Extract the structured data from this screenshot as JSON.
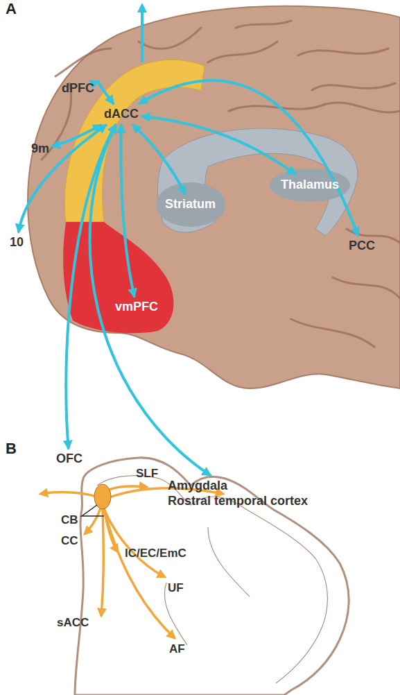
{
  "diagram": {
    "nodes": [
      {
        "text": [
          "dACC"
        ]
      },
      {
        "text": [
          "dPFC"
        ]
      },
      {
        "text": [
          "9m"
        ]
      },
      {
        "text": [
          "10"
        ]
      },
      {
        "text": [
          "vmPFC"
        ]
      },
      {
        "text": [
          "OFC"
        ]
      },
      {
        "text": [
          "Amygdala",
          "Rostral temporal cortex"
        ]
      },
      {
        "text": [
          "Striatum"
        ]
      },
      {
        "text": [
          "Thalamus"
        ]
      },
      {
        "text": [
          "PCC"
        ]
      }
    ],
    "edges": [
      {
        "from": 0,
        "to": 1,
        "arrow": "both"
      },
      {
        "from": 0,
        "to": 2,
        "arrow": "both"
      },
      {
        "from": 0,
        "to": 3,
        "arrow": "both"
      },
      {
        "from": 0,
        "to": 4,
        "arrow": "both"
      },
      {
        "from": 0,
        "to": 5,
        "arrow": "both"
      },
      {
        "from": 0,
        "to": 6,
        "arrow": "both"
      },
      {
        "from": 0,
        "to": 7,
        "arrow": "both"
      },
      {
        "from": 0,
        "to": 8,
        "arrow": "both"
      },
      {
        "from": 0,
        "to": 9,
        "arrow": "both"
      }
    ],
    "labels": [
      "A",
      "B",
      "SLF",
      "CB",
      "CC",
      "IC/EC/EmC",
      "UF",
      "sACC",
      "AF"
    ]
  }
}
